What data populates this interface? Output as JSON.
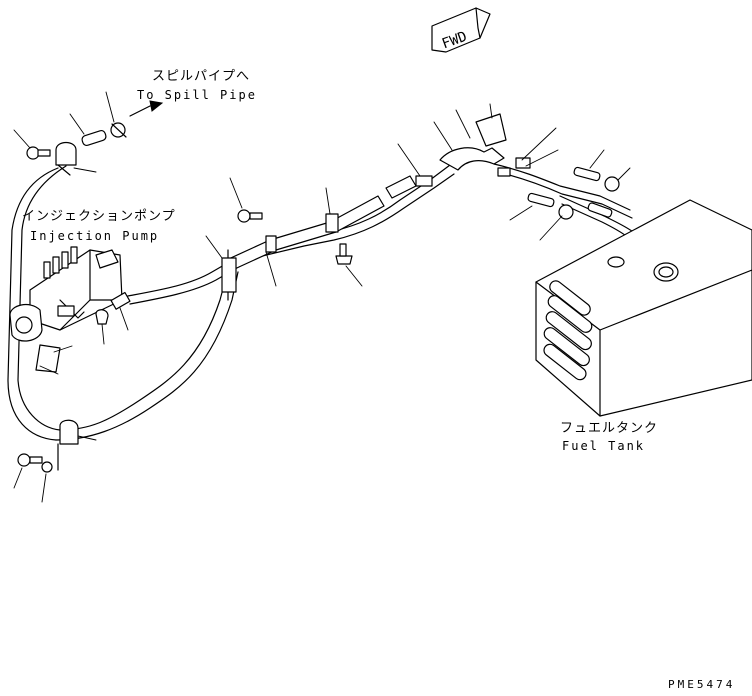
{
  "direction_marker": {
    "label": "FWD"
  },
  "spill_pipe": {
    "label_jp": "スピルパイプへ",
    "label_en": "To Spill Pipe"
  },
  "injection_pump": {
    "label_jp": "インジェクションポンプ",
    "label_en": "Injection Pump"
  },
  "fuel_tank": {
    "label_jp": "フュエルタンク",
    "label_en": "Fuel Tank"
  },
  "drawing_number": "PME5474",
  "icons": [
    "fwd-arrow-icon",
    "flow-arrow-icon"
  ]
}
